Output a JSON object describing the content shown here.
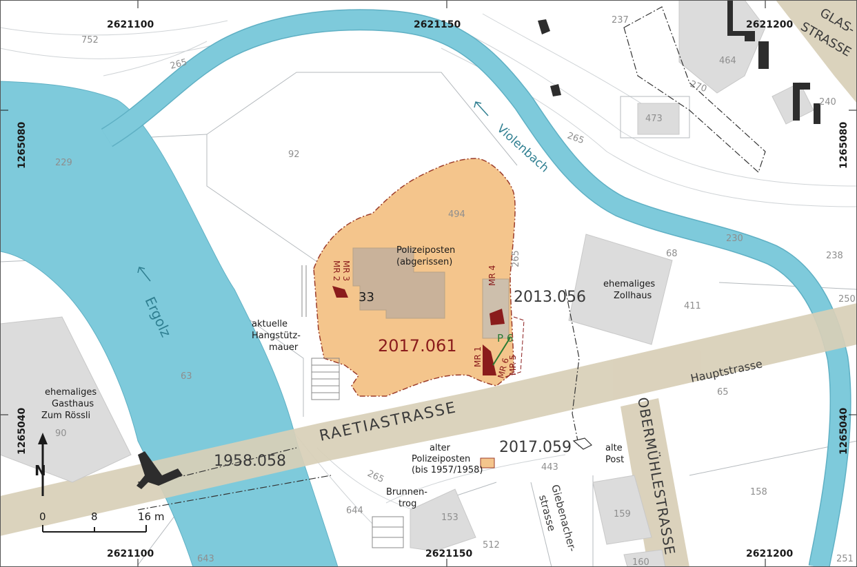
{
  "map": {
    "coords": {
      "top": [
        "2621100",
        "2621150",
        "2621200"
      ],
      "bottom": [
        "2621100",
        "2621150",
        "2621200"
      ],
      "left": [
        "1265080",
        "1265040"
      ],
      "right": [
        "1265080",
        "1265040"
      ]
    },
    "parcels": [
      "752",
      "265",
      "229",
      "92",
      "494",
      "237",
      "464",
      "270",
      "473",
      "240",
      "265",
      "230",
      "68",
      "238",
      "250",
      "411",
      "265",
      "63",
      "90",
      "65",
      "443",
      "158",
      "153",
      "512",
      "644",
      "643",
      "159",
      "160",
      "251",
      "265"
    ],
    "streets": {
      "raetiastrasse": "RAETIASTRASSE",
      "hauptstrasse": "Hauptstrasse",
      "obermuehlestrasse": "OBERMÜHLESTRASSE",
      "glasstrasse_1": "GLAS-",
      "glasstrasse_2": "STRASSE",
      "giebenacher_1": "Giebenacher-",
      "giebenacher_2": "strasse"
    },
    "waters": {
      "ergolz": "Ergolz",
      "violenbach": "Violenbach"
    },
    "buildings": {
      "polizeiposten_1": "Polizeiposten",
      "polizeiposten_2": "(abgerissen)",
      "polizeiposten_nr": "33",
      "zollhaus_1": "ehemaliges",
      "zollhaus_2": "Zollhaus",
      "gasthaus_1": "ehemaliges",
      "gasthaus_2": "Gasthaus",
      "gasthaus_3": "Zum Rössli",
      "alter_posten_1": "alter",
      "alter_posten_2": "Polizeiposten",
      "alter_posten_3": "(bis 1957/1958)",
      "alte_post_1": "alte",
      "alte_post_2": "Post",
      "brunnentrog_1": "Brunnen-",
      "brunnentrog_2": "trog",
      "hangmauer_1": "aktuelle",
      "hangmauer_2": "Hangstütz-",
      "hangmauer_3": "mauer"
    },
    "excavations": {
      "main": "2017.061",
      "e2013": "2013.056",
      "e2017059": "2017.059",
      "e1958": "1958.058"
    },
    "features": {
      "mr1": "MR 1",
      "mr2": "MR 2",
      "mr3": "MR 3",
      "mr4": "MR 4",
      "mr5": "MR 5",
      "mr6": "MR 6",
      "p6": "P 6"
    },
    "scale": {
      "t0": "0",
      "t8": "8",
      "t16": "16 m"
    },
    "north_label": "N",
    "colors": {
      "water": "#7ecadb",
      "street": "#d8cfb7",
      "excavation": "#f4c58c",
      "building": "#dcdcdc",
      "wall": "#8a1c1c",
      "profile": "#2a7a33"
    }
  }
}
